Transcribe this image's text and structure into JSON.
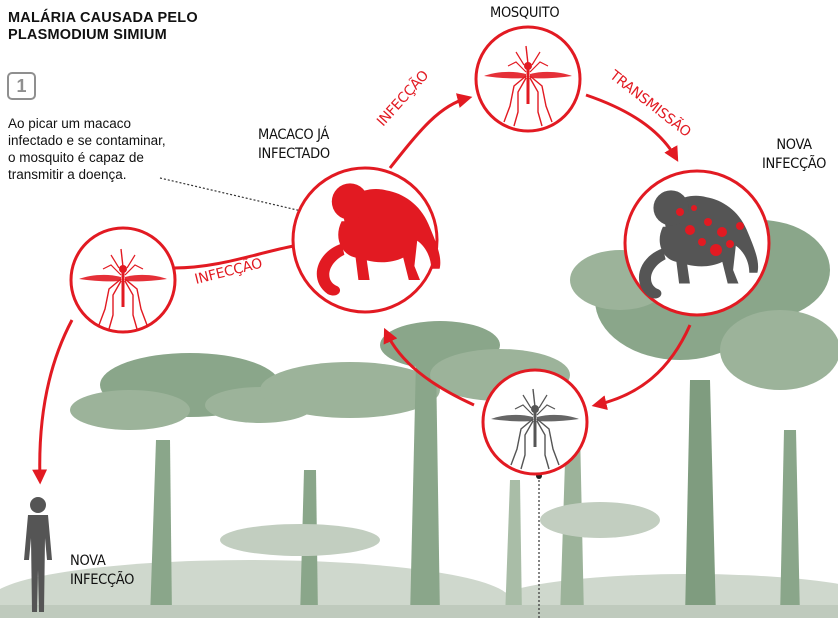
{
  "title": {
    "line1": "MALÁRIA CAUSADA PELO",
    "line2": "PLASMODIUM SIMIUM"
  },
  "step": {
    "number": "1",
    "note_lines": [
      "Ao picar um macaco",
      "infectado e se contaminar,",
      "o mosquito é capaz de",
      "transmitir a doença."
    ]
  },
  "nodes": {
    "infected_monkey": {
      "line1": "MACACO JÁ",
      "line2": "INFECTADO",
      "icon": "monkey-icon"
    },
    "top_mosquito": {
      "label": "MOSQUITO",
      "icon": "mosquito-icon"
    },
    "new_monkey": {
      "line1": "NOVA",
      "line2": "INFECÇÃO",
      "icon": "infected-monkey-icon"
    },
    "human": {
      "line1": "NOVA",
      "line2": "INFECÇÃO",
      "icon": "human-icon"
    },
    "left_mosquito": {
      "icon": "mosquito-icon"
    },
    "bottom_mosquito": {
      "icon": "mosquito-icon"
    }
  },
  "arrows": {
    "monkey_to_mosquito": "INFECÇÃO",
    "mosquito_to_new_monkey": "TRANSMISSÃO",
    "left_mosquito_to_monkey": "INFECÇÃO"
  },
  "colors": {
    "accent": "#e21a22",
    "gray_icon": "#555555",
    "forest": "#8aa68a",
    "forest_light": "#cfd8cd"
  }
}
